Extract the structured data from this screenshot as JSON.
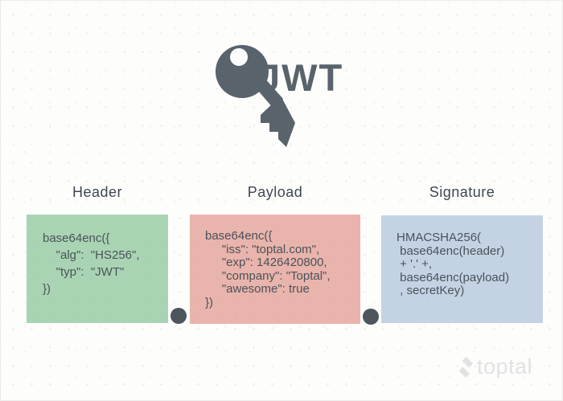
{
  "logo": {
    "text": "JWT",
    "icon": "key-icon",
    "color": "#59636b"
  },
  "columns": [
    {
      "title": "Header",
      "box_color": "#a9d4b3",
      "code": [
        "base64enc({",
        "    \"alg\":  \"HS256\",",
        "    \"typ\":  \"JWT\"",
        "})"
      ]
    },
    {
      "title": "Payload",
      "box_color": "#e9b4ac",
      "code": [
        "base64enc({",
        "     \"iss\": \"toptal.com\",",
        "     \"exp\": 1426420800,",
        "     \"company\": \"Toptal\",",
        "     \"awesome\": true",
        "})"
      ]
    },
    {
      "title": "Signature",
      "box_color": "#c4d3e3",
      "code": [
        "HMACSHA256(",
        " base64enc(header)",
        " + '.' +,",
        " base64enc(payload)",
        " , secretKey)"
      ]
    }
  ],
  "connectors": {
    "count": 2,
    "dot_color": "#4d565d"
  },
  "footer": {
    "brand": "toptal",
    "icon": "toptal-chevron-icon",
    "color": "#e2e2e2"
  },
  "colors": {
    "background": "#fdfdfc",
    "code_text": "#4a525a",
    "title_text": "#3e474f"
  }
}
